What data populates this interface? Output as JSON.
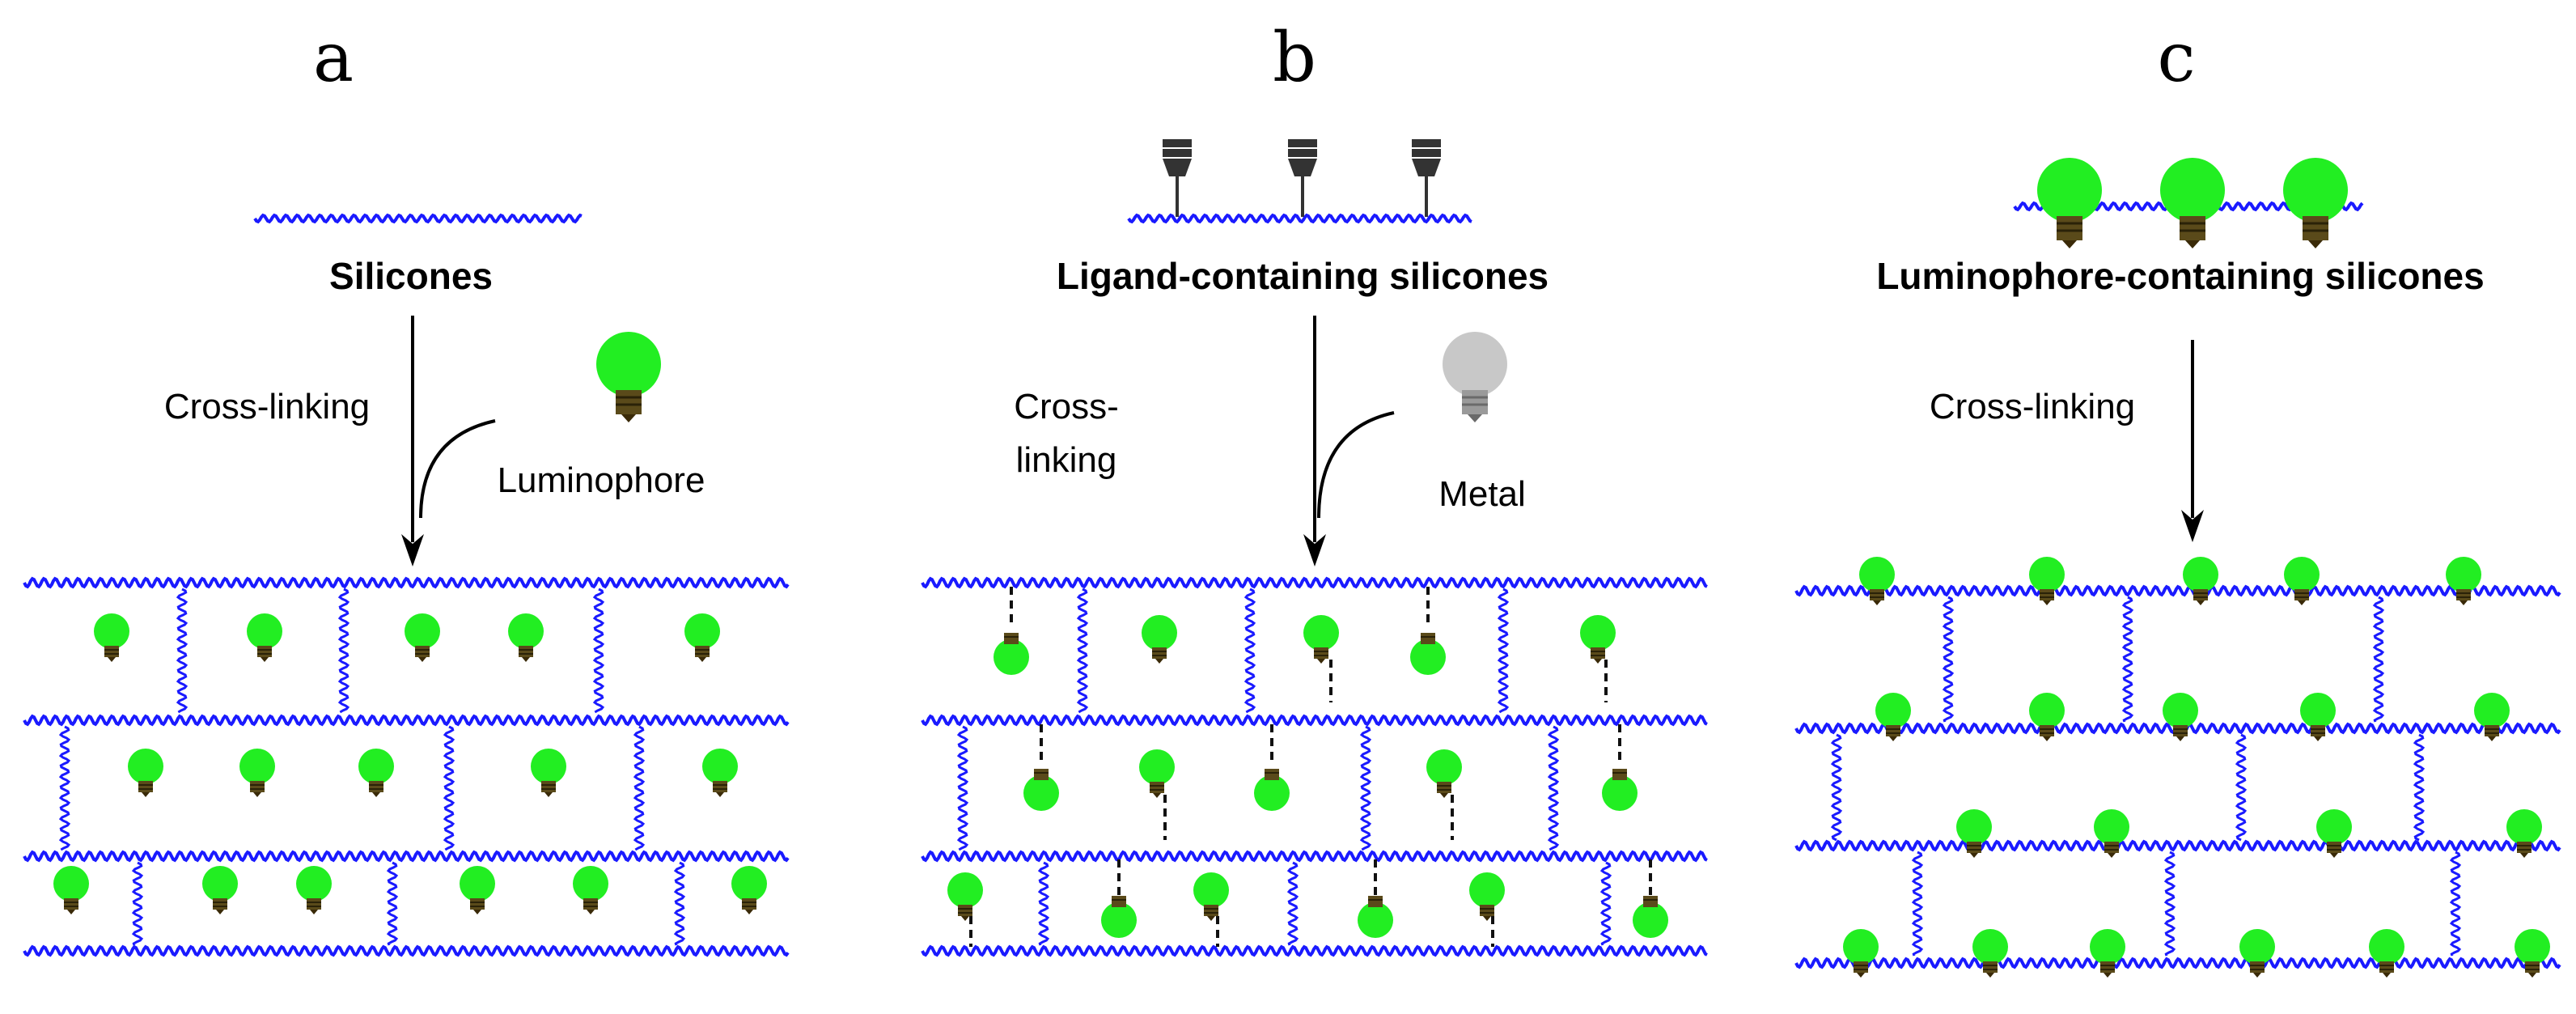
{
  "panels": [
    {
      "letter": "a",
      "title": "Silicones",
      "arrow_label": [
        "Cross-linking"
      ],
      "reagent_label": "Luminophore"
    },
    {
      "letter": "b",
      "title": "Ligand-containing silicones",
      "arrow_label": [
        "Cross-",
        "linking"
      ],
      "reagent_label": "Metal"
    },
    {
      "letter": "c",
      "title": "Luminophore-containing silicones",
      "arrow_label": [
        "Cross-linking"
      ]
    }
  ],
  "colors": {
    "silicone_chain": "#1a1aff",
    "luminophore": "#22ee22",
    "metal": "#c8c8c8",
    "ligand": "#333333",
    "bulb_base": "#5a4a1a",
    "arrow": "#000000"
  },
  "icons": {
    "luminophore": "light-bulb-icon",
    "metal": "grey-light-bulb-icon",
    "ligand": "ligand-socket-icon"
  }
}
